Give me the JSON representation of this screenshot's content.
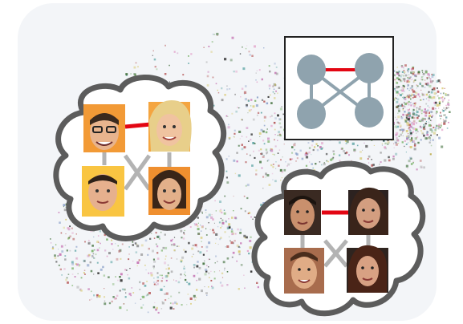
{
  "colors": {
    "panel_fill": "#f3f5f8",
    "cloud_stroke": "#5c5c5c",
    "cloud_fill": "#ffffff",
    "same_link": "#e30613",
    "cross_link": "#b3b3b3",
    "node_fill": "#8fa3ae",
    "legend_border": "#222222"
  },
  "legend": {
    "nodes": 4,
    "links": [
      "red-top",
      "cross-1",
      "cross-2",
      "left-vertical",
      "right-vertical"
    ]
  },
  "groups": [
    {
      "id": "group-1",
      "portraits": [
        "person-1",
        "person-2",
        "person-3",
        "person-4"
      ],
      "link": "red-top-pair"
    },
    {
      "id": "group-2",
      "portraits": [
        "person-5",
        "person-6",
        "person-7",
        "person-8"
      ],
      "link": "red-top-pair"
    }
  ],
  "icons": [
    "cloud-group-icon",
    "graph-legend-icon",
    "portrait-icon"
  ]
}
